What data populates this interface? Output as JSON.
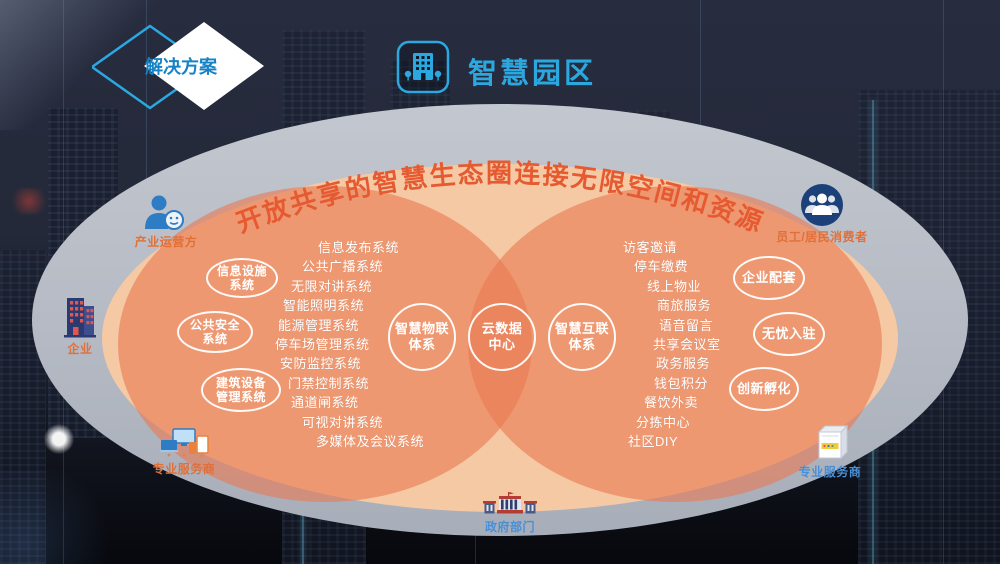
{
  "header": {
    "badge": "解决方案",
    "title": "智慧园区",
    "park_icon": "building-with-trees-icon"
  },
  "arc_title": "开放共享的智慧生态圈连接无限空间和资源",
  "left_circles": [
    {
      "l1": "信息设施",
      "l2": "系统"
    },
    {
      "l1": "公共安全",
      "l2": "系统"
    },
    {
      "l1": "建筑设备",
      "l2": "管理系统"
    }
  ],
  "center_circles": [
    {
      "l1": "智慧物联",
      "l2": "体系"
    },
    {
      "l1": "云数据",
      "l2": "中心"
    },
    {
      "l1": "智慧互联",
      "l2": "体系"
    }
  ],
  "right_circles": [
    "企业配套",
    "无忧入驻",
    "创新孵化"
  ],
  "lists": {
    "left": [
      "信息发布系统",
      "公共广播系统",
      "无限对讲系统",
      "智能照明系统",
      "能源管理系统",
      "停车场管理系统",
      "安防监控系统",
      "门禁控制系统",
      "通道闸系统",
      "可视对讲系统",
      "多媒体及会议系统"
    ],
    "right": [
      "访客邀请",
      "停车缴费",
      "线上物业",
      "商旅服务",
      "语音留言",
      "共享会议室",
      "政务服务",
      "钱包积分",
      "餐饮外卖",
      "分拣中心",
      "社区DIY"
    ]
  },
  "actors": [
    {
      "label": "产业运营方",
      "icon": "operator-person-gear-icon"
    },
    {
      "label": "员工/居民消费者",
      "icon": "people-group-icon"
    },
    {
      "label": "企业",
      "icon": "office-building-icon"
    },
    {
      "label": "专业服务商",
      "icon": "smart-devices-icon"
    },
    {
      "label": "政府部门",
      "icon": "government-building-icon"
    },
    {
      "label": "专业服务商",
      "icon": "service-machine-icon"
    }
  ],
  "colors": {
    "accent_blue": "#2ba8e0",
    "arc_orange": "#e55a31",
    "label_orange": "#e0703a",
    "label_blue": "#4a8fd4",
    "gray_ellipse": "#b4b9c3",
    "peach_ellipse": "#f5c9a3",
    "salmon_ellipse": "#ee9872",
    "overlap": "#eb855f"
  }
}
